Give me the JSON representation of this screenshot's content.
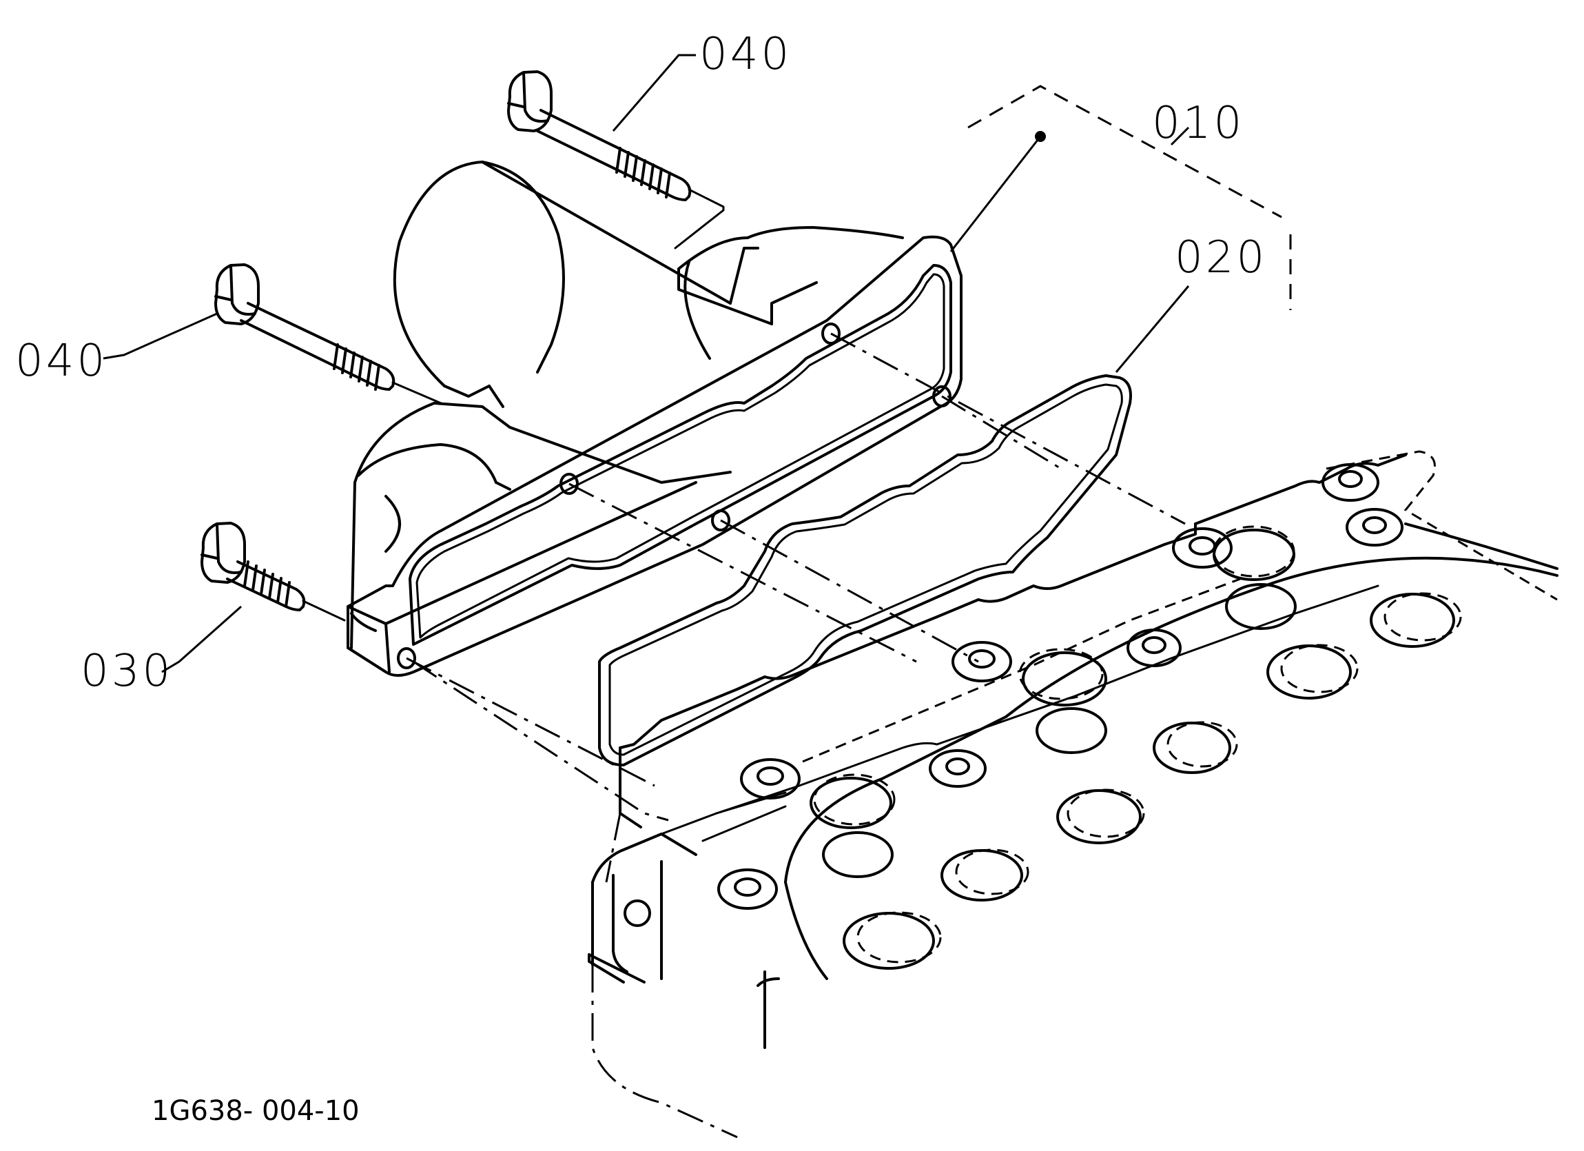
{
  "callouts": {
    "bolt_top": "040",
    "bolt_left": "040",
    "bolt_short": "030",
    "cover_assembly": "010",
    "gasket": "020"
  },
  "figure_id": "1G638- 004-10",
  "colors": {
    "line": "#000000",
    "background": "#ffffff"
  }
}
